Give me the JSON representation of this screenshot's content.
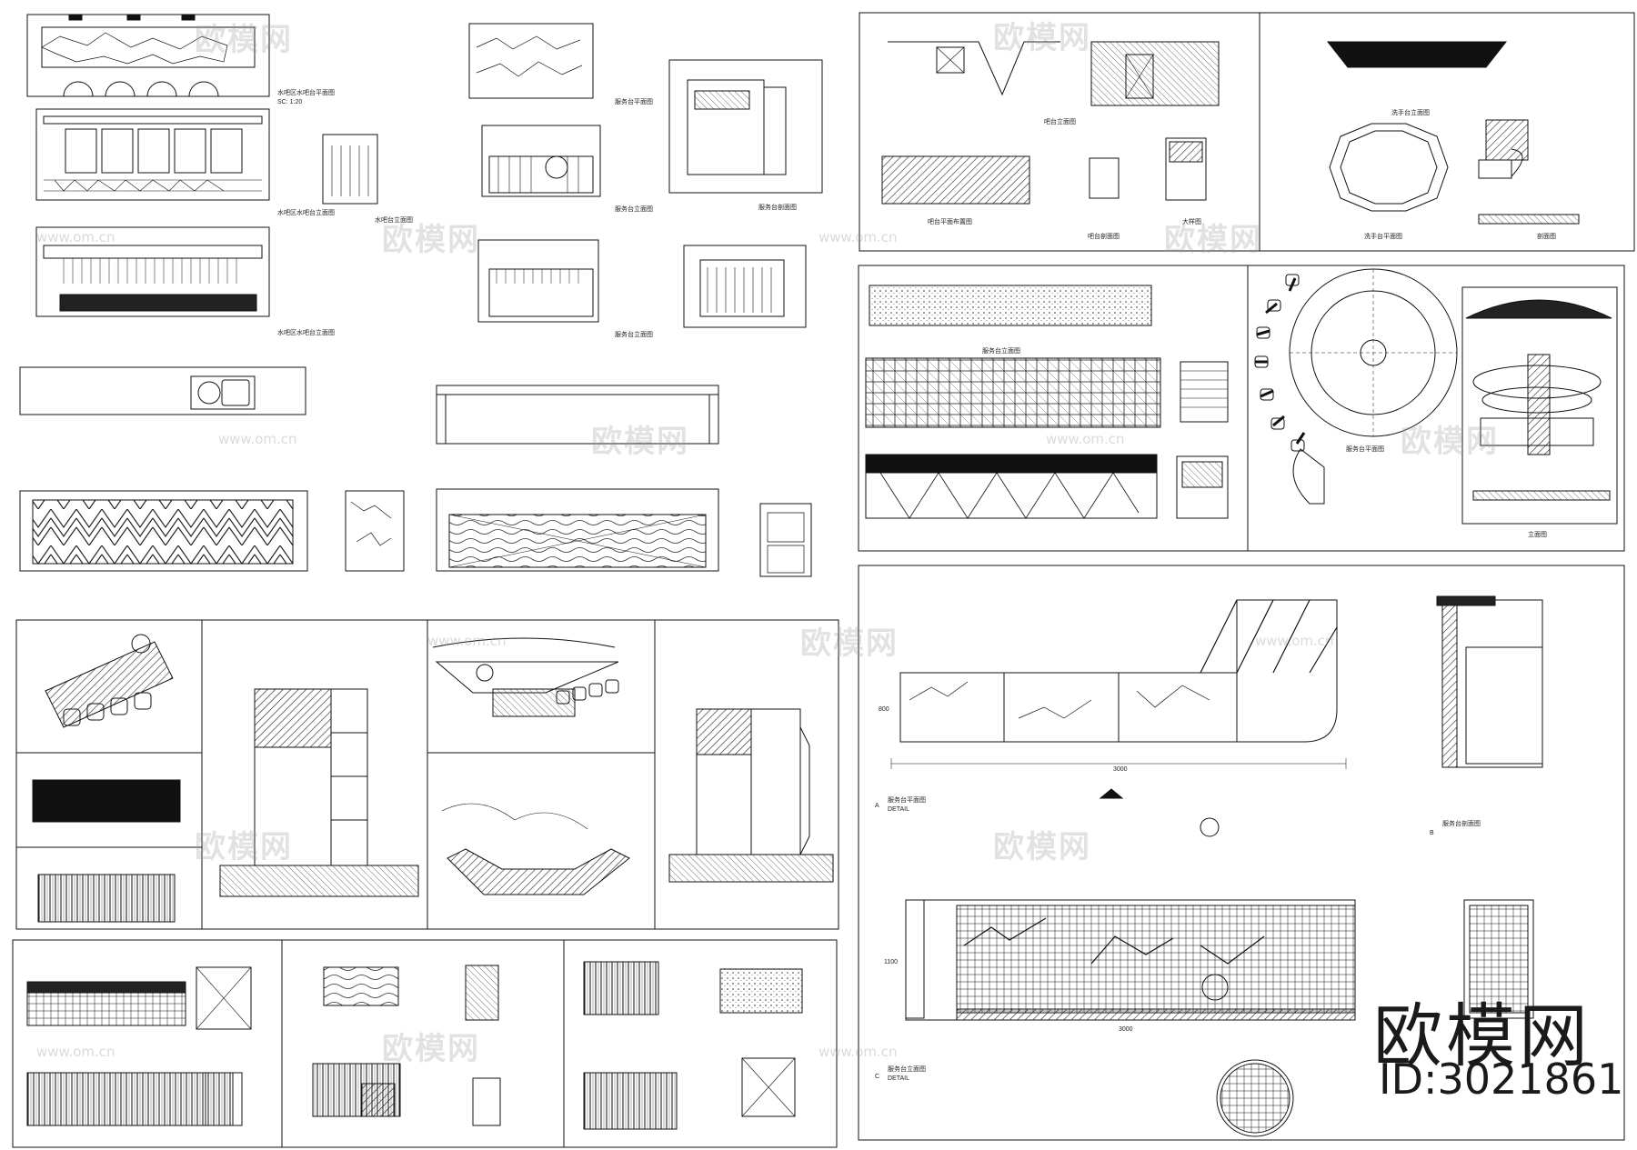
{
  "watermark": {
    "text": "欧模网",
    "url": "www.om.cn"
  },
  "brand": {
    "name": "欧模网",
    "id_text": "ID:3021861"
  },
  "labels": {
    "water_bar_plan": "水吧区水吧台平面图",
    "water_bar_elev": "水吧区水吧台立面图",
    "water_bar_elev2": "水吧区水吧台立面图",
    "water_bar_side": "水吧台立面图",
    "service_plan": "服务台平面图",
    "service_elev": "服务台立面图",
    "service_section": "服务台剖面图",
    "service_elev2": "服务台立面图",
    "bar_plan": "吧台平面布置图",
    "bar_elev": "吧台立面图",
    "bar_section": "吧台剖面图",
    "bar_detail": "大样图",
    "wash_plan": "洗手台平面图",
    "wash_elev": "洗手台立面图",
    "wash_section": "剖面图",
    "reception_elev": "服务台立面图",
    "round_plan": "服务台平面图",
    "round_elev": "立面图",
    "detail_a_title": "服务台平面图",
    "detail_a_sub": "DETAIL",
    "detail_a_mark": "A",
    "detail_b_title": "服务台剖面图",
    "detail_b_mark": "B",
    "detail_c_title": "服务台立面图",
    "detail_c_sub": "DETAIL",
    "detail_c_mark": "C",
    "scale": "SC: 1:20"
  },
  "dims": {
    "a_total": "3000",
    "a_seg": "800",
    "c_total": "3000",
    "c_h": "1100"
  }
}
